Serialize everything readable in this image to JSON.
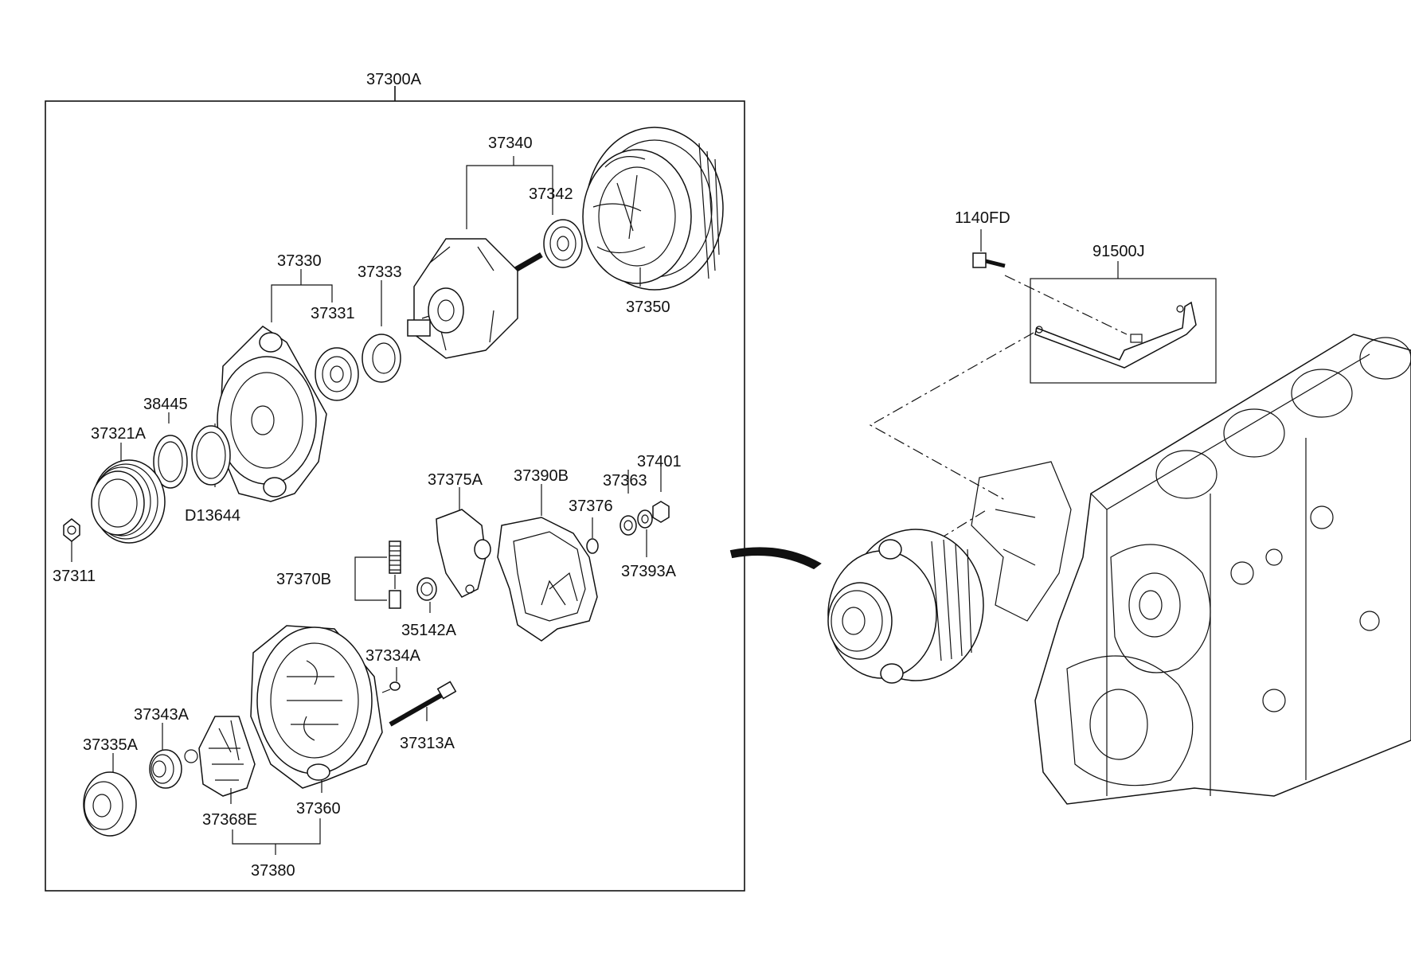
{
  "diagram": {
    "assembly_label": "37300A",
    "labels": {
      "p37340": "37340",
      "p37342": "37342",
      "p37350": "37350",
      "p37330": "37330",
      "p37333": "37333",
      "p37331": "37331",
      "p38445": "38445",
      "p37321A": "37321A",
      "pD13644": "D13644",
      "p37311": "37311",
      "p37375A": "37375A",
      "p37390B": "37390B",
      "p37363": "37363",
      "p37401": "37401",
      "p37376": "37376",
      "p37393A": "37393A",
      "p37370B": "37370B",
      "p35142A": "35142A",
      "p37334A": "37334A",
      "p37313A": "37313A",
      "p37343A": "37343A",
      "p37335A": "37335A",
      "p37368E": "37368E",
      "p37360": "37360",
      "p37380": "37380",
      "p1140FD": "1140FD",
      "p91500J": "91500J"
    }
  }
}
